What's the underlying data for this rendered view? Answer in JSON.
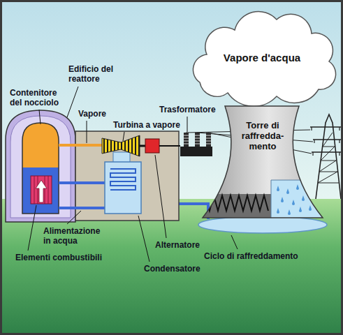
{
  "diagram": {
    "nodes": [
      {
        "text": [
          "Vapore d'acqua"
        ]
      },
      {
        "text": [
          "Torre di raffredda- mento"
        ]
      }
    ],
    "labels": [
      "Edificio del reattore",
      "Contenitore del nocciolo",
      "Trasformatore",
      "Vapore",
      "Turbina a vapore",
      "Alimentazione in acqua",
      "Alternatore",
      "Ciclo di raffreddamento",
      "Elementi combustibili",
      "Condensatore"
    ]
  }
}
